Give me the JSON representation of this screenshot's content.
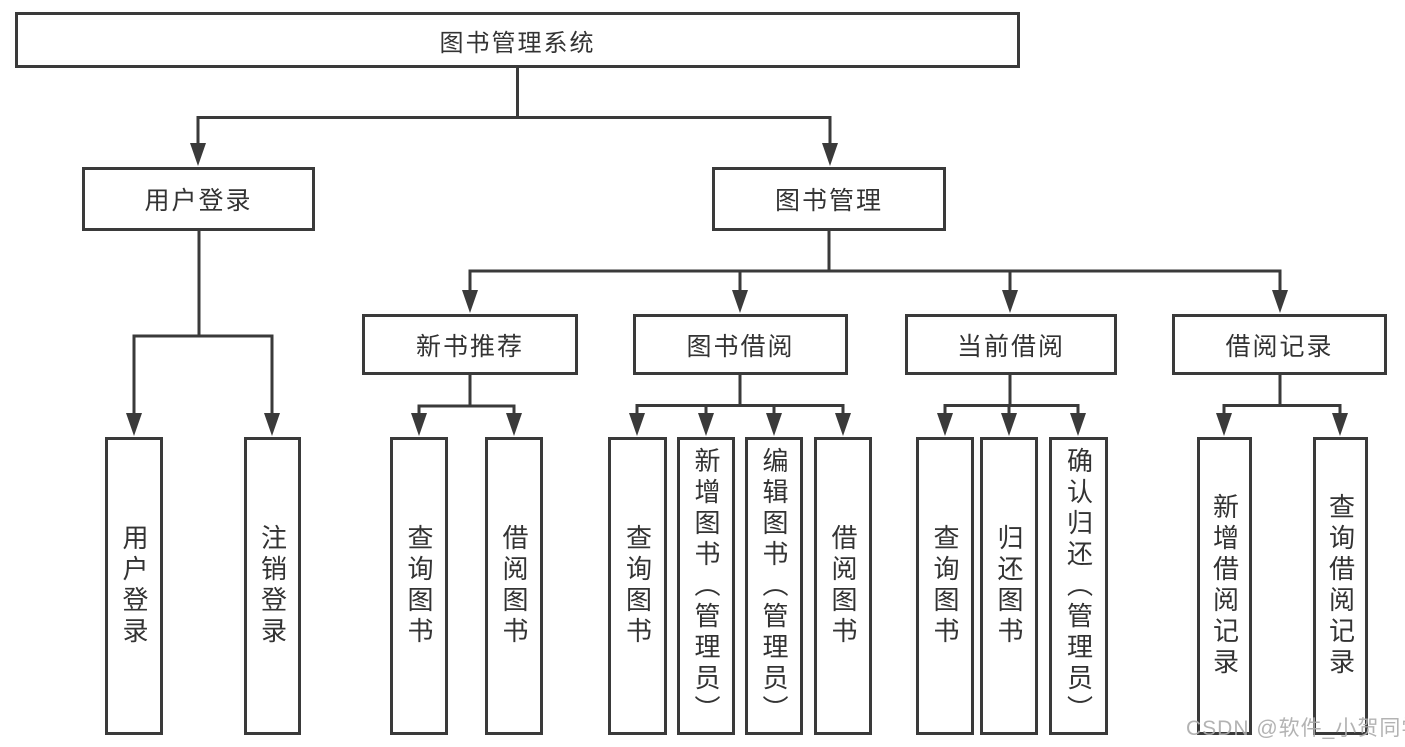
{
  "tree": {
    "label": "图书管理系统",
    "children": [
      {
        "label": "用户登录",
        "children": [
          {
            "label": "用户登录"
          },
          {
            "label": "注销登录"
          }
        ]
      },
      {
        "label": "图书管理",
        "children": [
          {
            "label": "新书推荐",
            "children": [
              {
                "label": "查询图书"
              },
              {
                "label": "借阅图书"
              }
            ]
          },
          {
            "label": "图书借阅",
            "children": [
              {
                "label": "查询图书"
              },
              {
                "label": "新增图书（管理员）"
              },
              {
                "label": "编辑图书（管理员）"
              },
              {
                "label": "借阅图书"
              }
            ]
          },
          {
            "label": "当前借阅",
            "children": [
              {
                "label": "查询图书"
              },
              {
                "label": "归还图书"
              },
              {
                "label": "确认归还（管理员）"
              }
            ]
          },
          {
            "label": "借阅记录",
            "children": [
              {
                "label": "新增借阅记录"
              },
              {
                "label": "查询借阅记录"
              }
            ]
          }
        ]
      }
    ]
  },
  "watermark": "CSDN @软件_小贺同学",
  "colors": {
    "line": "#3a3a3a",
    "text": "#333333",
    "box_fill": "#ffffff",
    "background": "#ffffff",
    "watermark": "#acacac"
  }
}
